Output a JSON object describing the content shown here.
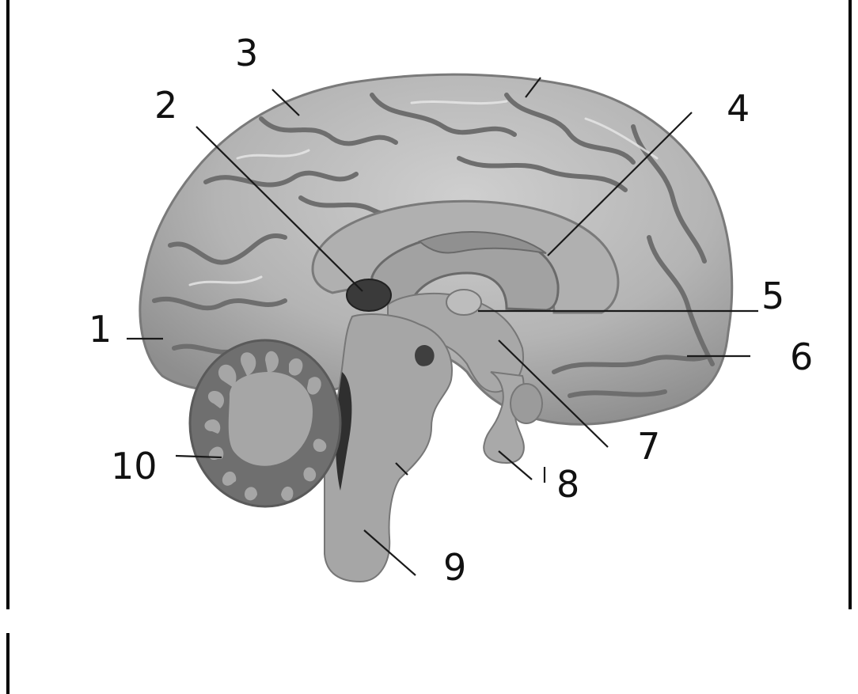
{
  "diagram": {
    "colors": {
      "cortex": "#b9b9b9",
      "cortex_shadow": "#7a7a7a",
      "inner": "#a4a4a4",
      "cerebellum_dark": "#6f6f6f",
      "cerebellum_light": "#a6a6a6",
      "dark_nucleus": "#3a3a3a",
      "frame": "#000000"
    },
    "labels": [
      {
        "id": "1",
        "text": "1"
      },
      {
        "id": "2",
        "text": "2"
      },
      {
        "id": "3",
        "text": "3"
      },
      {
        "id": "4",
        "text": "4"
      },
      {
        "id": "5",
        "text": "5"
      },
      {
        "id": "6",
        "text": "6"
      },
      {
        "id": "7",
        "text": "7"
      },
      {
        "id": "8",
        "text": "8"
      },
      {
        "id": "9",
        "text": "9"
      },
      {
        "id": "10",
        "text": "10"
      }
    ]
  }
}
